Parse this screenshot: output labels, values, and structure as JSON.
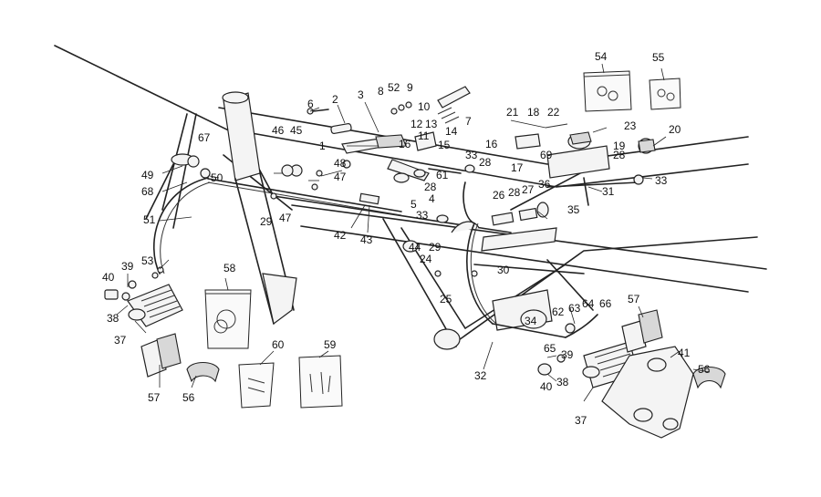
{
  "callouts": [
    {
      "id": "c1",
      "text": "1"
    },
    {
      "id": "c2",
      "text": "2"
    },
    {
      "id": "c3",
      "text": "3"
    },
    {
      "id": "c4",
      "text": "4"
    },
    {
      "id": "c5",
      "text": "5"
    },
    {
      "id": "c6",
      "text": "6"
    },
    {
      "id": "c7",
      "text": "7"
    },
    {
      "id": "c8",
      "text": "8"
    },
    {
      "id": "c9",
      "text": "9"
    },
    {
      "id": "c10",
      "text": "10"
    },
    {
      "id": "c11",
      "text": "11"
    },
    {
      "id": "c12",
      "text": "12"
    },
    {
      "id": "c13",
      "text": "13"
    },
    {
      "id": "c14",
      "text": "14"
    },
    {
      "id": "c15",
      "text": "15"
    },
    {
      "id": "c16a",
      "text": "16"
    },
    {
      "id": "c16b",
      "text": "16"
    },
    {
      "id": "c17",
      "text": "17"
    },
    {
      "id": "c18",
      "text": "18"
    },
    {
      "id": "c19",
      "text": "19"
    },
    {
      "id": "c20",
      "text": "20"
    },
    {
      "id": "c21",
      "text": "21"
    },
    {
      "id": "c22",
      "text": "22"
    },
    {
      "id": "c23",
      "text": "23"
    },
    {
      "id": "c24",
      "text": "24"
    },
    {
      "id": "c25",
      "text": "25"
    },
    {
      "id": "c26",
      "text": "26"
    },
    {
      "id": "c27",
      "text": "27"
    },
    {
      "id": "c28a",
      "text": "28"
    },
    {
      "id": "c28b",
      "text": "28"
    },
    {
      "id": "c28c",
      "text": "28"
    },
    {
      "id": "c28d",
      "text": "28"
    },
    {
      "id": "c29a",
      "text": "29"
    },
    {
      "id": "c29b",
      "text": "29"
    },
    {
      "id": "c30",
      "text": "30"
    },
    {
      "id": "c31",
      "text": "31"
    },
    {
      "id": "c32",
      "text": "32"
    },
    {
      "id": "c33a",
      "text": "33"
    },
    {
      "id": "c33b",
      "text": "33"
    },
    {
      "id": "c33c",
      "text": "33"
    },
    {
      "id": "c34",
      "text": "34"
    },
    {
      "id": "c35",
      "text": "35"
    },
    {
      "id": "c36",
      "text": "36"
    },
    {
      "id": "c37a",
      "text": "37"
    },
    {
      "id": "c37b",
      "text": "37"
    },
    {
      "id": "c38a",
      "text": "38"
    },
    {
      "id": "c38b",
      "text": "38"
    },
    {
      "id": "c39a",
      "text": "39"
    },
    {
      "id": "c39b",
      "text": "39"
    },
    {
      "id": "c40a",
      "text": "40"
    },
    {
      "id": "c40b",
      "text": "40"
    },
    {
      "id": "c41",
      "text": "41"
    },
    {
      "id": "c42",
      "text": "42"
    },
    {
      "id": "c43",
      "text": "43"
    },
    {
      "id": "c44",
      "text": "44"
    },
    {
      "id": "c45",
      "text": "45"
    },
    {
      "id": "c46",
      "text": "46"
    },
    {
      "id": "c47a",
      "text": "47"
    },
    {
      "id": "c47b",
      "text": "47"
    },
    {
      "id": "c48",
      "text": "48"
    },
    {
      "id": "c49",
      "text": "49"
    },
    {
      "id": "c50",
      "text": "50"
    },
    {
      "id": "c51",
      "text": "51"
    },
    {
      "id": "c52",
      "text": "52"
    },
    {
      "id": "c53",
      "text": "53"
    },
    {
      "id": "c54",
      "text": "54"
    },
    {
      "id": "c55",
      "text": "55"
    },
    {
      "id": "c56a",
      "text": "56"
    },
    {
      "id": "c56b",
      "text": "56"
    },
    {
      "id": "c57a",
      "text": "57"
    },
    {
      "id": "c57b",
      "text": "57"
    },
    {
      "id": "c58",
      "text": "58"
    },
    {
      "id": "c59",
      "text": "59"
    },
    {
      "id": "c60",
      "text": "60"
    },
    {
      "id": "c61",
      "text": "61"
    },
    {
      "id": "c62",
      "text": "62"
    },
    {
      "id": "c63",
      "text": "63"
    },
    {
      "id": "c64",
      "text": "64"
    },
    {
      "id": "c65",
      "text": "65"
    },
    {
      "id": "c66",
      "text": "66"
    },
    {
      "id": "c67",
      "text": "67"
    },
    {
      "id": "c68",
      "text": "68"
    },
    {
      "id": "c69",
      "text": "69"
    }
  ]
}
